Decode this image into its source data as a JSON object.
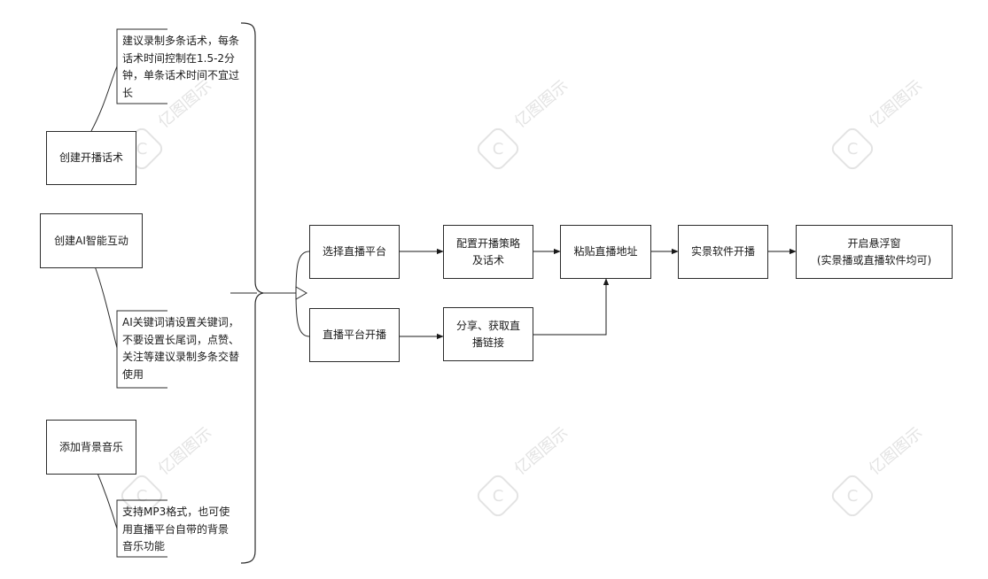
{
  "diagram": {
    "left_topics": [
      {
        "id": "t1",
        "label": "创建开播话术",
        "note": "建议录制多条话术，每条话术时间控制在1.5-2分钟，单条话术时间不宜过长"
      },
      {
        "id": "t2",
        "label": "创建AI智能互动",
        "note": "AI关键词请设置关键词，不要设置长尾词，点赞、关注等建议录制多条交替使用"
      },
      {
        "id": "t3",
        "label": "添加背景音乐",
        "note": "支持MP3格式，也可使用直播平台自带的背景音乐功能"
      }
    ],
    "flow": {
      "select_platform": "选择直播平台",
      "config_strategy": "配置开播策略及话术",
      "platform_live": "直播平台开播",
      "share_link": "分享、获取直播链接",
      "paste_address": "粘贴直播地址",
      "realscene_live": "实景软件开播",
      "floating_window": "开启悬浮窗\n(实景播或直播软件均可)"
    },
    "watermark": "亿图图示"
  }
}
